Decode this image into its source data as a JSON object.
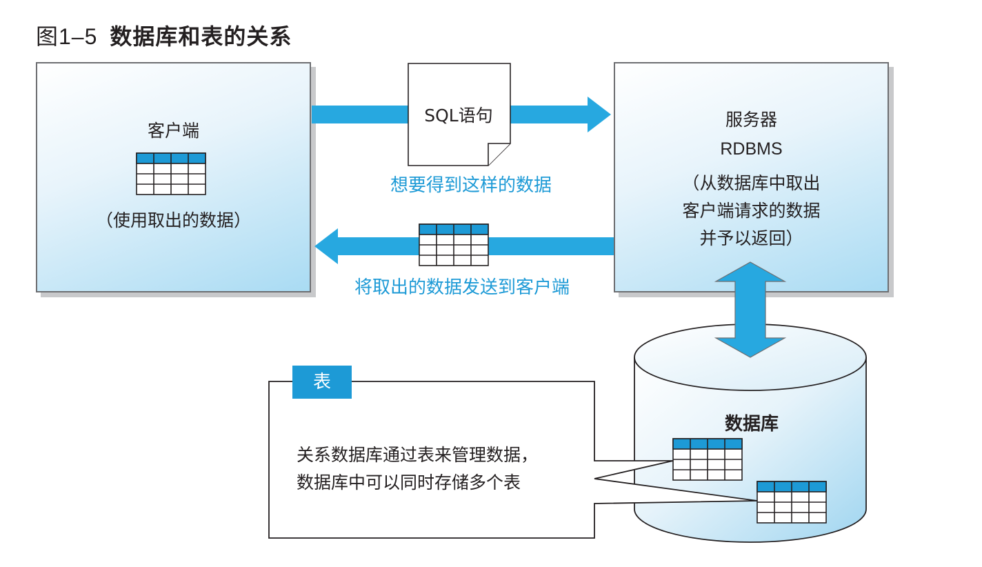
{
  "figure": {
    "number": "图1–5",
    "title": "数据库和表的关系"
  },
  "client": {
    "title": "客户端",
    "note": "（使用取出的数据）"
  },
  "server": {
    "title": "服务器",
    "subtitle": "RDBMS",
    "note_line1": "（从数据库中取出",
    "note_line2": "客户端请求的数据",
    "note_line3": "并予以返回）"
  },
  "request": {
    "document_label": "SQL语句",
    "caption": "想要得到这样的数据"
  },
  "response": {
    "caption": "将取出的数据发送到客户端"
  },
  "database": {
    "label": "数据库"
  },
  "callout": {
    "tag": "表",
    "line1": "关系数据库通过表来管理数据，",
    "line2": "数据库中可以同时存储多个表"
  },
  "colors": {
    "accent_blue": "#1d9ad6",
    "arrow_blue": "#27a8e0",
    "box_gradient_end": "#a9dbf3",
    "table_header": "#1d9ad6"
  }
}
